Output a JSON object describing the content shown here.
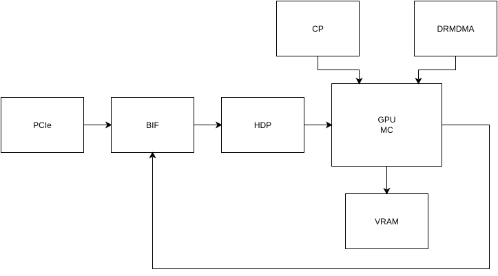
{
  "nodes": {
    "pcie": {
      "label": "PCIe"
    },
    "bif": {
      "label": "BIF"
    },
    "hdp": {
      "label": "HDP"
    },
    "gpu_mc": {
      "label_line1": "GPU",
      "label_line2": "MC"
    },
    "cp": {
      "label": "CP"
    },
    "drmdma": {
      "label": "DRMDMA"
    },
    "vram": {
      "label": "VRAM"
    }
  },
  "edges": [
    {
      "from": "PCIe",
      "to": "BIF"
    },
    {
      "from": "BIF",
      "to": "HDP"
    },
    {
      "from": "HDP",
      "to": "GPU MC"
    },
    {
      "from": "CP",
      "to": "GPU MC"
    },
    {
      "from": "DRMDMA",
      "to": "GPU MC"
    },
    {
      "from": "GPU MC",
      "to": "VRAM"
    },
    {
      "from": "GPU MC",
      "to": "BIF"
    }
  ],
  "colors": {
    "stroke": "#000000",
    "fill": "#ffffff"
  }
}
